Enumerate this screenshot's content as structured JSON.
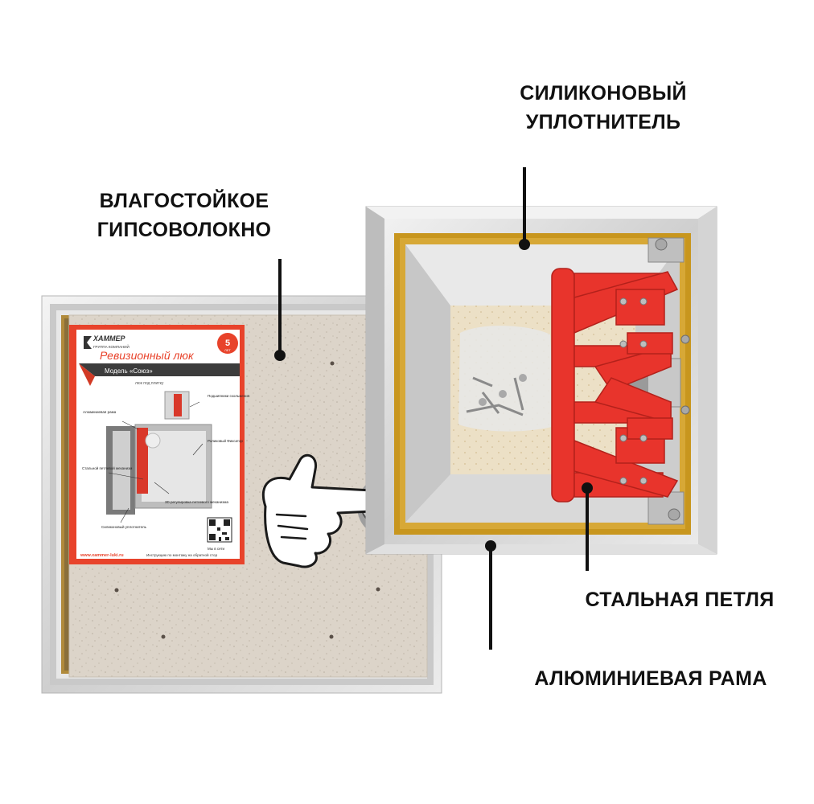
{
  "callouts": {
    "gypsum": {
      "line1": "ВЛАГОСТОЙКОЕ",
      "line2": "ГИПСОВОЛОКНО"
    },
    "silicone": {
      "line1": "СИЛИКОНОВЫЙ",
      "line2": "УПЛОТНИТЕЛЬ"
    },
    "hinge": "СТАЛЬНАЯ ПЕТЛЯ",
    "frame": "АЛЮМИНИЕВАЯ РАМА"
  },
  "poster": {
    "brand": "ХАММЕР",
    "brand_sub": "ГРУППА КОМПАНИЙ",
    "title": "Ревизионный люк",
    "badge_number": "5",
    "badge_unit": "ЛЕТ",
    "model": "Модель «Союз»",
    "subtitle": "люк под плитку",
    "labels": {
      "bearings": "Подшипники скольжения",
      "frame": "Алюминиевая рама",
      "roller": "Роликовый Фиксатор",
      "steel": "Стальной петлевой механизм",
      "adjust": "3D регулировка петлевого механизма",
      "silicone": "Силиконовый уплотнитель"
    },
    "qr_caption": "Мы в сети",
    "site": "www.xammer-lukі.ru",
    "instruction": "Инструкцию по монтажу на обратной стор"
  },
  "colors": {
    "poster_red": "#e8432b",
    "hinge_red": "#e8342c",
    "gypsum": "#dcd4c9",
    "frame_silver": "#d9d9d9",
    "gold_trim": "#c8961e"
  }
}
